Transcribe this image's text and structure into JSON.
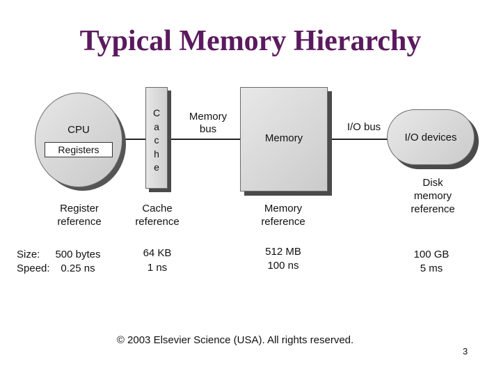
{
  "title": "Typical Memory Hierarchy",
  "components": {
    "cpu": "CPU",
    "registers": "Registers",
    "cache_letters": [
      "C",
      "a",
      "c",
      "h",
      "e"
    ],
    "memory": "Memory",
    "io_devices": "I/O devices"
  },
  "buses": {
    "memory_bus": [
      "Memory",
      "bus"
    ],
    "io_bus": "I/O bus"
  },
  "references": {
    "register": [
      "Register",
      "reference"
    ],
    "cache": [
      "Cache",
      "reference"
    ],
    "memory": [
      "Memory",
      "reference"
    ],
    "disk": [
      "Disk",
      "memory",
      "reference"
    ]
  },
  "row_labels": {
    "size": "Size:",
    "speed": "Speed:"
  },
  "levels": [
    {
      "size": "500 bytes",
      "speed": "0.25 ns"
    },
    {
      "size": "64 KB",
      "speed": "1 ns"
    },
    {
      "size": "512 MB",
      "speed": "100 ns"
    },
    {
      "size": "100 GB",
      "speed": "5 ms"
    }
  ],
  "copyright": "© 2003 Elsevier Science (USA). All rights reserved.",
  "page_number": "3"
}
